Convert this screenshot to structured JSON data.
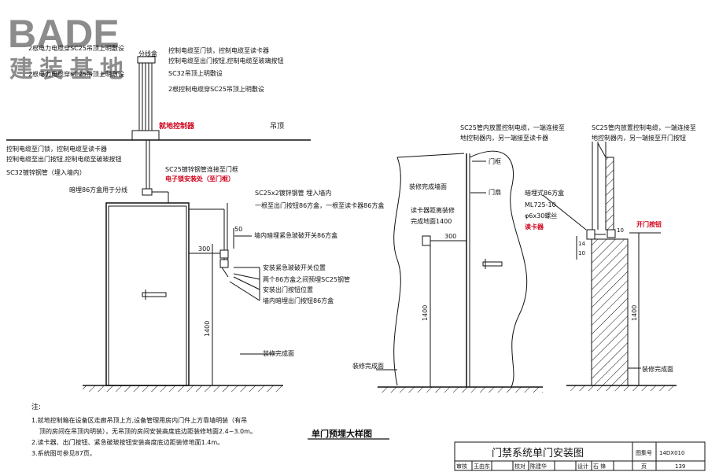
{
  "logo": {
    "brand": "BADE",
    "subtitle": "建 装 基 地"
  },
  "colors": {
    "accent_red": "#d0021b",
    "line": "#111111",
    "logo_gray": "#8c8c8c"
  },
  "left": {
    "ann_power_1": "2根电力电缆穿SC25吊顶上明敷设",
    "ann_power_2": "2根电力电缆穿SC25吊顶上明敷设",
    "ann_junction": "分线盒",
    "ann_ctrl_1": "控制电缆至门锁，控制电缆至读卡器",
    "ann_ctrl_2": "控制电缆至出门按钮,控制电缆至玻璃按钮",
    "ann_sc32_top": "SC32吊顶上明敷设",
    "ann_2ctrl": "2根控制电缆穿SC25吊顶上明敷设",
    "controller": "就地控制器",
    "ceiling": "吊顶",
    "ann_lock_1": "控制电缆至门锁，控制电缆至读卡器",
    "ann_lock_2": "控制电缆至出门按钮,控制电缆至破玻按钮",
    "ann_sc32_wall": "SC32镀锌钢管（埋入墙内）",
    "ann_sc25_frame": "SC25镀锌钢管连接至门框",
    "ann_lock_mount": "电子锁安装处（至门框）",
    "ann_box86": "暗埋86方盒用于分线",
    "ann_sc25x2": "SC25x2镀锌钢管  埋入墙内",
    "ann_one_each": "一根至出门按钮86方盒，一根至读卡器86方盒",
    "ann_emergency": "墙内暗埋紧急玻破开关86方盒",
    "dim_50": "50",
    "dim_300": "300",
    "dim_1400": "1400",
    "call_1": "安装紧急玻破开关位置",
    "call_2": "两个86方盒之间预埋SC25钢管",
    "call_3": "安装出门按钮位置",
    "call_4": "墙内暗埋出门按钮86方盒",
    "floor": "装修完成面"
  },
  "middle": {
    "door_frame": "门框",
    "door_leaf": "门扇",
    "wall": "装修完成墙面",
    "reader_1": "读卡器距离装修",
    "reader_2": "完成地面1400",
    "dim_300": "300",
    "dim_1400": "1400",
    "floor": "装修完成面",
    "caption": "单门预埋大样图"
  },
  "right_a": {
    "line1": "SC25管内放置控制电缆，一端连接至",
    "line2": "地控制器内，另一端接至读卡器",
    "box": "暗埋式86方盒",
    "ml": "ML725-10",
    "screw": "φ6x30螺丝",
    "reader": "读卡器",
    "d14": "14",
    "d10": "10"
  },
  "right_b": {
    "line1": "SC25管内放置控制电缆，一端连接至",
    "line2": "地控制器内，另一端接至开门按钮",
    "button": "开门按钮",
    "d10": "10",
    "dim_1400": "1400",
    "floor": "装修完成面"
  },
  "notes": {
    "heading": "注:",
    "n1a": "1.就地控制箱在设备区走廊吊顶上方,设备管理用房内门件上方靠墙明装（有吊",
    "n1b": "顶的房间在吊顶内明装），无吊顶的房间安装高度底边距装修地面2.4~3.0m。",
    "n2": "2.读卡器、出门按钮、紧急破玻按钮安装高度底边距装修地面1.4m。",
    "n3": "3.系统图可参见87页。"
  },
  "title_block": {
    "title": "门禁系统单门安装图",
    "atlas_label": "图集号",
    "atlas_no": "14DX010",
    "review": "审核",
    "reviewer": "王由东",
    "check": "校对",
    "checker": "陈建华",
    "design": "设计",
    "designer": "石 锋",
    "page_label": "页",
    "page_no": "139"
  }
}
